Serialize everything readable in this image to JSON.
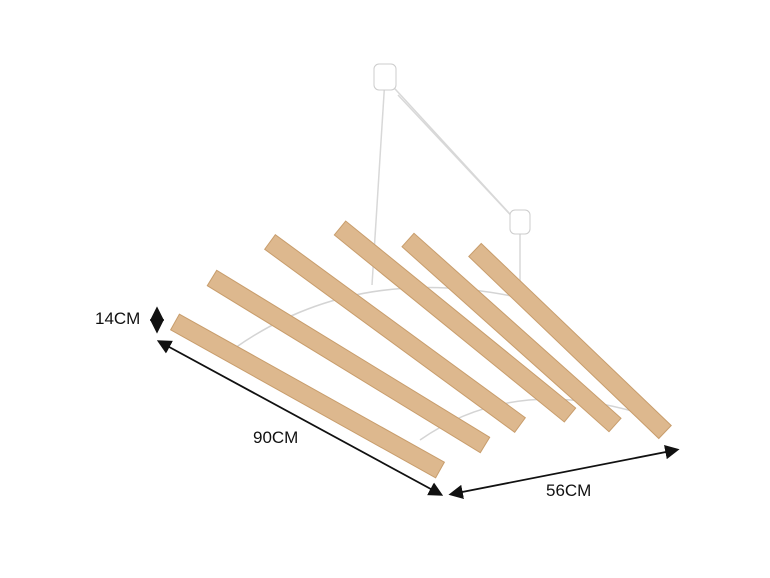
{
  "product": {
    "dimensions": {
      "height": "14CM",
      "length": "90CM",
      "width": "56CM"
    },
    "slat_count": 6,
    "colors": {
      "wood": "#ddb88e",
      "wood_edge": "#c89d6c",
      "frame": "#ffffff",
      "frame_outline": "#d8d8d8",
      "arrow": "#111111"
    }
  }
}
